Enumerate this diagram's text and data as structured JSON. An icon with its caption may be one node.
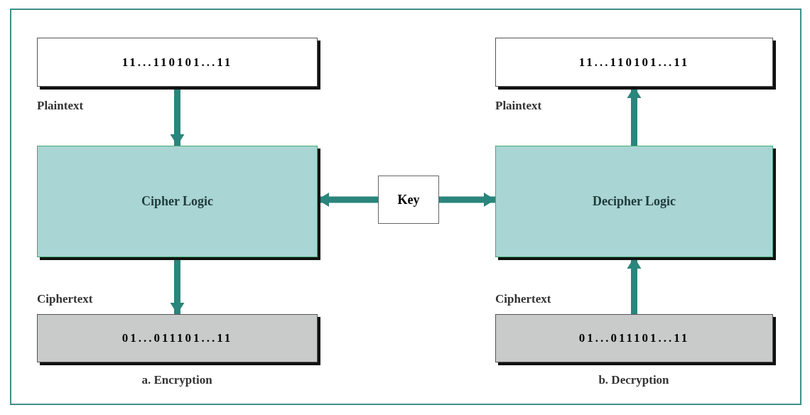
{
  "diagram": {
    "nodes": [
      {
        "text": [
          "11...110101...11"
        ],
        "beside": [
          "Plaintext"
        ]
      },
      {
        "text": [
          "Cipher Logic"
        ]
      },
      {
        "text": [
          "01...011101...11"
        ],
        "beside": [
          "Ciphertext"
        ]
      },
      {
        "text": [
          "Key"
        ]
      },
      {
        "text": [
          "11...110101...11"
        ],
        "beside": [
          "Plaintext"
        ]
      },
      {
        "text": [
          "Decipher Logic"
        ]
      },
      {
        "text": [
          "01...011101...11"
        ],
        "beside": [
          "Ciphertext"
        ]
      }
    ],
    "edges": [
      {
        "from": 0,
        "to": 1,
        "arrow": "to"
      },
      {
        "from": 1,
        "to": 2,
        "arrow": "to"
      },
      {
        "from": 3,
        "to": 1,
        "arrow": "to"
      },
      {
        "from": 3,
        "to": 5,
        "arrow": "to"
      },
      {
        "from": 5,
        "to": 4,
        "arrow": "to"
      },
      {
        "from": 6,
        "to": 5,
        "arrow": "to"
      }
    ],
    "labels": [
      "a. Encryption",
      "b. Decryption"
    ]
  }
}
